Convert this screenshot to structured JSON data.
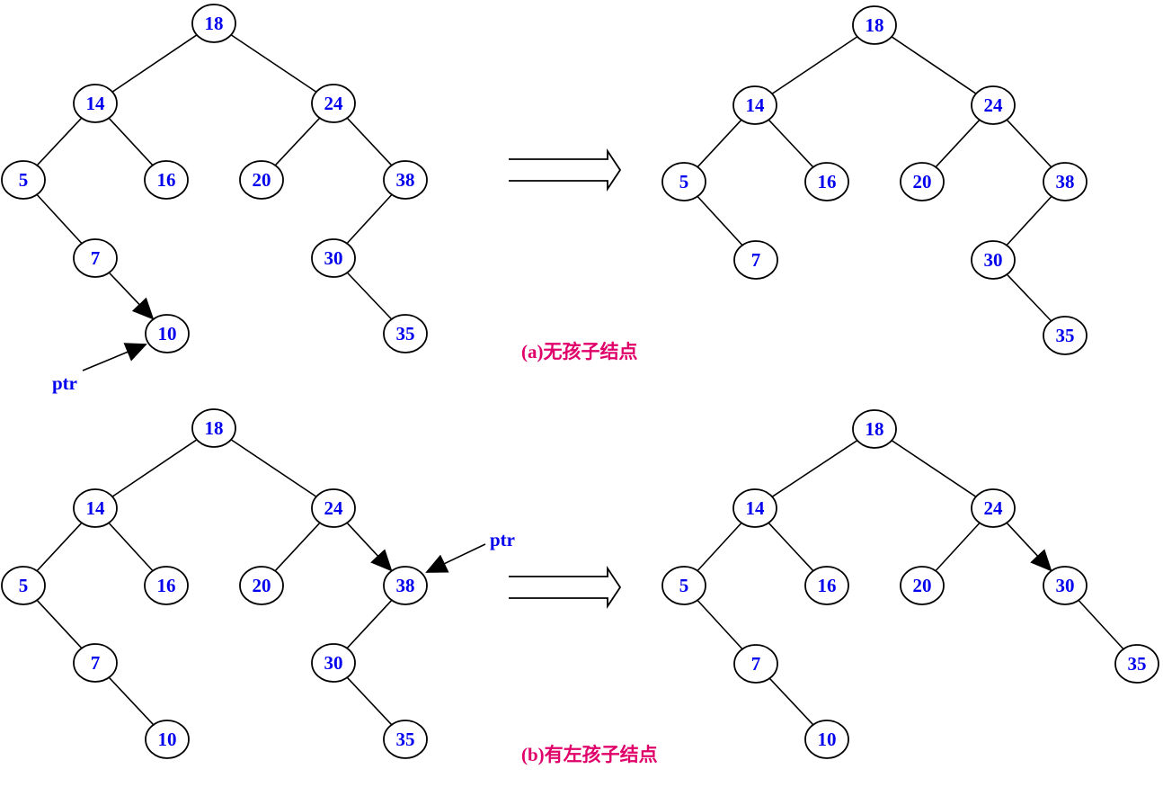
{
  "colors": {
    "node_text": "#0000ee",
    "caption_text": "#e0006a",
    "line": "#000000"
  },
  "panels": [
    {
      "id": "a-before",
      "nodes": [
        {
          "id": "n18",
          "label": "18"
        },
        {
          "id": "n14",
          "label": "14"
        },
        {
          "id": "n24",
          "label": "24"
        },
        {
          "id": "n5",
          "label": "5"
        },
        {
          "id": "n16",
          "label": "16"
        },
        {
          "id": "n20",
          "label": "20"
        },
        {
          "id": "n38",
          "label": "38"
        },
        {
          "id": "n7",
          "label": "7"
        },
        {
          "id": "n30",
          "label": "30"
        },
        {
          "id": "n10",
          "label": "10"
        },
        {
          "id": "n35",
          "label": "35"
        }
      ],
      "edges": [
        [
          "n18",
          "n14"
        ],
        [
          "n18",
          "n24"
        ],
        [
          "n14",
          "n5"
        ],
        [
          "n14",
          "n16"
        ],
        [
          "n24",
          "n20"
        ],
        [
          "n24",
          "n38"
        ],
        [
          "n5",
          "n7"
        ],
        [
          "n38",
          "n30"
        ],
        [
          "n30",
          "n35"
        ]
      ],
      "arrow_edges": [
        [
          "n7",
          "n10"
        ]
      ],
      "pointer": {
        "label": "ptr",
        "target": "n10"
      }
    },
    {
      "id": "a-after",
      "nodes": [
        {
          "id": "n18",
          "label": "18"
        },
        {
          "id": "n14",
          "label": "14"
        },
        {
          "id": "n24",
          "label": "24"
        },
        {
          "id": "n5",
          "label": "5"
        },
        {
          "id": "n16",
          "label": "16"
        },
        {
          "id": "n20",
          "label": "20"
        },
        {
          "id": "n38",
          "label": "38"
        },
        {
          "id": "n7",
          "label": "7"
        },
        {
          "id": "n30",
          "label": "30"
        },
        {
          "id": "n35",
          "label": "35"
        }
      ],
      "edges": [
        [
          "n18",
          "n14"
        ],
        [
          "n18",
          "n24"
        ],
        [
          "n14",
          "n5"
        ],
        [
          "n14",
          "n16"
        ],
        [
          "n24",
          "n20"
        ],
        [
          "n24",
          "n38"
        ],
        [
          "n5",
          "n7"
        ],
        [
          "n38",
          "n30"
        ],
        [
          "n30",
          "n35"
        ]
      ],
      "arrow_edges": [],
      "pointer": null
    },
    {
      "id": "b-before",
      "nodes": [
        {
          "id": "n18",
          "label": "18"
        },
        {
          "id": "n14",
          "label": "14"
        },
        {
          "id": "n24",
          "label": "24"
        },
        {
          "id": "n5",
          "label": "5"
        },
        {
          "id": "n16",
          "label": "16"
        },
        {
          "id": "n20",
          "label": "20"
        },
        {
          "id": "n38",
          "label": "38"
        },
        {
          "id": "n7",
          "label": "7"
        },
        {
          "id": "n30",
          "label": "30"
        },
        {
          "id": "n10",
          "label": "10"
        },
        {
          "id": "n35",
          "label": "35"
        }
      ],
      "edges": [
        [
          "n18",
          "n14"
        ],
        [
          "n18",
          "n24"
        ],
        [
          "n14",
          "n5"
        ],
        [
          "n14",
          "n16"
        ],
        [
          "n24",
          "n20"
        ],
        [
          "n5",
          "n7"
        ],
        [
          "n7",
          "n10"
        ],
        [
          "n38",
          "n30"
        ],
        [
          "n30",
          "n35"
        ]
      ],
      "arrow_edges": [
        [
          "n24",
          "n38"
        ]
      ],
      "pointer": {
        "label": "ptr",
        "target": "n38"
      }
    },
    {
      "id": "b-after",
      "nodes": [
        {
          "id": "n18",
          "label": "18"
        },
        {
          "id": "n14",
          "label": "14"
        },
        {
          "id": "n24",
          "label": "24"
        },
        {
          "id": "n5",
          "label": "5"
        },
        {
          "id": "n16",
          "label": "16"
        },
        {
          "id": "n20",
          "label": "20"
        },
        {
          "id": "n30",
          "label": "30"
        },
        {
          "id": "n7",
          "label": "7"
        },
        {
          "id": "n35",
          "label": "35"
        },
        {
          "id": "n10",
          "label": "10"
        }
      ],
      "edges": [
        [
          "n18",
          "n14"
        ],
        [
          "n18",
          "n24"
        ],
        [
          "n14",
          "n5"
        ],
        [
          "n14",
          "n16"
        ],
        [
          "n24",
          "n20"
        ],
        [
          "n5",
          "n7"
        ],
        [
          "n7",
          "n10"
        ],
        [
          "n30",
          "n35"
        ]
      ],
      "arrow_edges": [
        [
          "n24",
          "n30"
        ]
      ],
      "pointer": null
    }
  ],
  "captions": {
    "a": "(a)无孩子结点",
    "b": "(b)有左孩子结点"
  }
}
